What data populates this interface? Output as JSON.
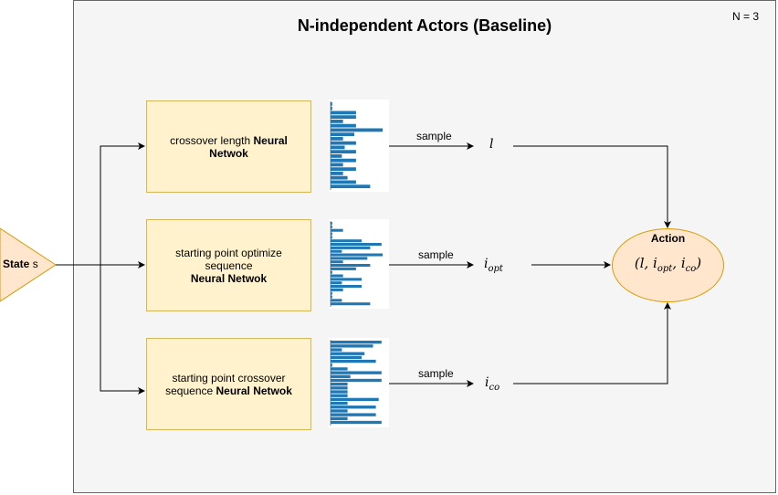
{
  "title": "N-independent Actors (Baseline)",
  "n_label": "N = 3",
  "state": {
    "bold": "State",
    "var": "s"
  },
  "networks": [
    {
      "pre": "crossover length ",
      "bold": "Neural Netwok",
      "var": "l",
      "sub": ""
    },
    {
      "pre": "starting point optimize sequence ",
      "bold": "Neural Netwok",
      "var": "i",
      "sub": "opt"
    },
    {
      "pre": "starting point crossover sequence ",
      "bold": "Neural Netwok",
      "var": "i",
      "sub": "co"
    }
  ],
  "sample_label": "sample",
  "action": {
    "title": "Action",
    "expr_open": "(",
    "l": "l",
    "sep": ", ",
    "i": "i",
    "sub_opt": "opt",
    "sub_co": "co",
    "expr_close": ")"
  },
  "colors": {
    "frame_bg": "#f5f5f5",
    "nn_fill": "#fff2cc",
    "nn_stroke": "#d6b656",
    "action_fill": "#ffe6cc",
    "action_stroke": "#d79b00",
    "state_fill": "#ffe6cc",
    "hist_bar": "#1f77b4"
  },
  "histograms": [
    [
      0.03,
      0.03,
      0.45,
      0.45,
      0.22,
      0.45,
      0.92,
      0.42,
      0.22,
      0.45,
      0.25,
      0.45,
      0.2,
      0.45,
      0.22,
      0.45,
      0.22,
      0.3,
      0.45,
      0.7
    ],
    [
      0.03,
      0.03,
      0.22,
      0.03,
      0.03,
      0.55,
      0.9,
      0.7,
      0.2,
      0.92,
      0.65,
      0.22,
      0.7,
      0.45,
      0.03,
      0.22,
      0.55,
      0.2,
      0.55,
      0.22,
      0.03,
      0.03,
      0.2,
      0.7
    ],
    [
      0.9,
      0.75,
      0.2,
      0.6,
      0.55,
      0.8,
      0.03,
      0.3,
      0.9,
      0.35,
      0.9,
      0.3,
      0.3,
      0.3,
      0.3,
      0.85,
      0.3,
      0.8,
      0.3,
      0.8,
      0.3,
      0.9
    ]
  ]
}
